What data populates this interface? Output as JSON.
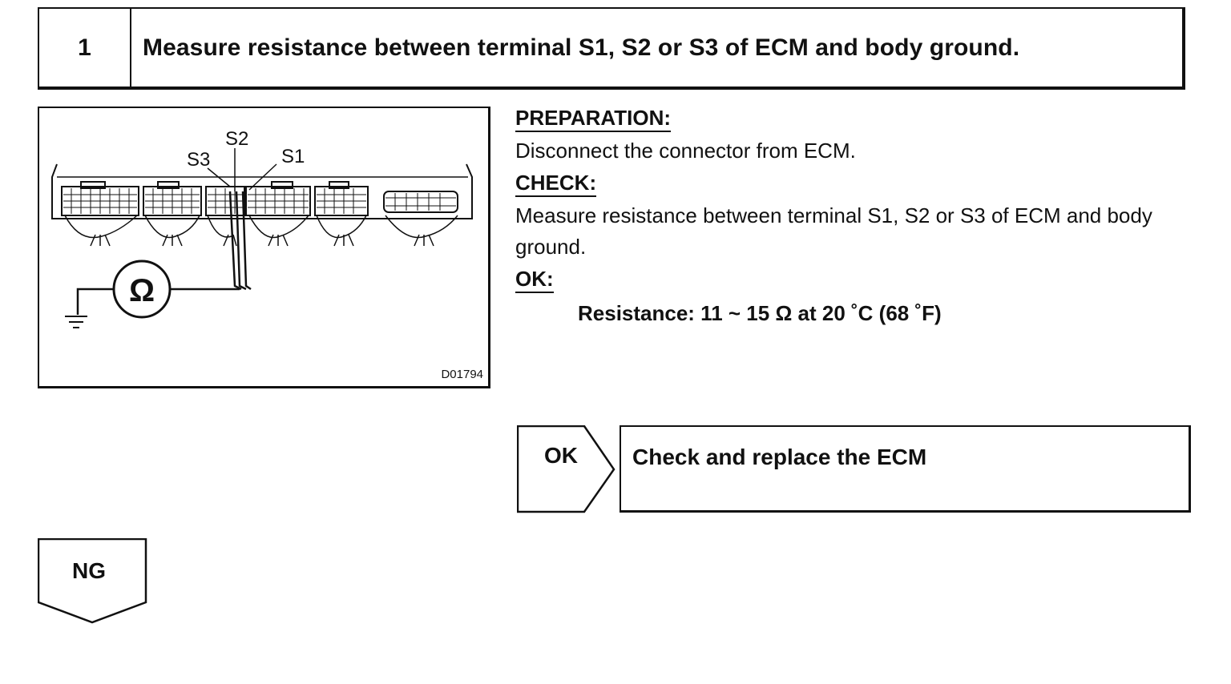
{
  "step": {
    "number": "1",
    "title": "Measure resistance between terminal S1, S2 or S3 of ECM and body ground."
  },
  "figure": {
    "terminal_labels": [
      "S3",
      "S2",
      "S1"
    ],
    "meter_symbol": "Ω",
    "code": "D01794"
  },
  "instructions": {
    "preparation_heading": "PREPARATION:",
    "preparation_text": "Disconnect the connector from ECM.",
    "check_heading": "CHECK:",
    "check_text": "Measure resistance between terminal S1, S2 or S3 of ECM and body ground.",
    "ok_heading": "OK:",
    "ok_spec": "Resistance: 11 ~ 15 Ω at 20 ˚C (68 ˚F)"
  },
  "ok_result": {
    "tag": "OK",
    "action": "Check and replace the ECM"
  },
  "ng_result": {
    "tag": "NG"
  }
}
